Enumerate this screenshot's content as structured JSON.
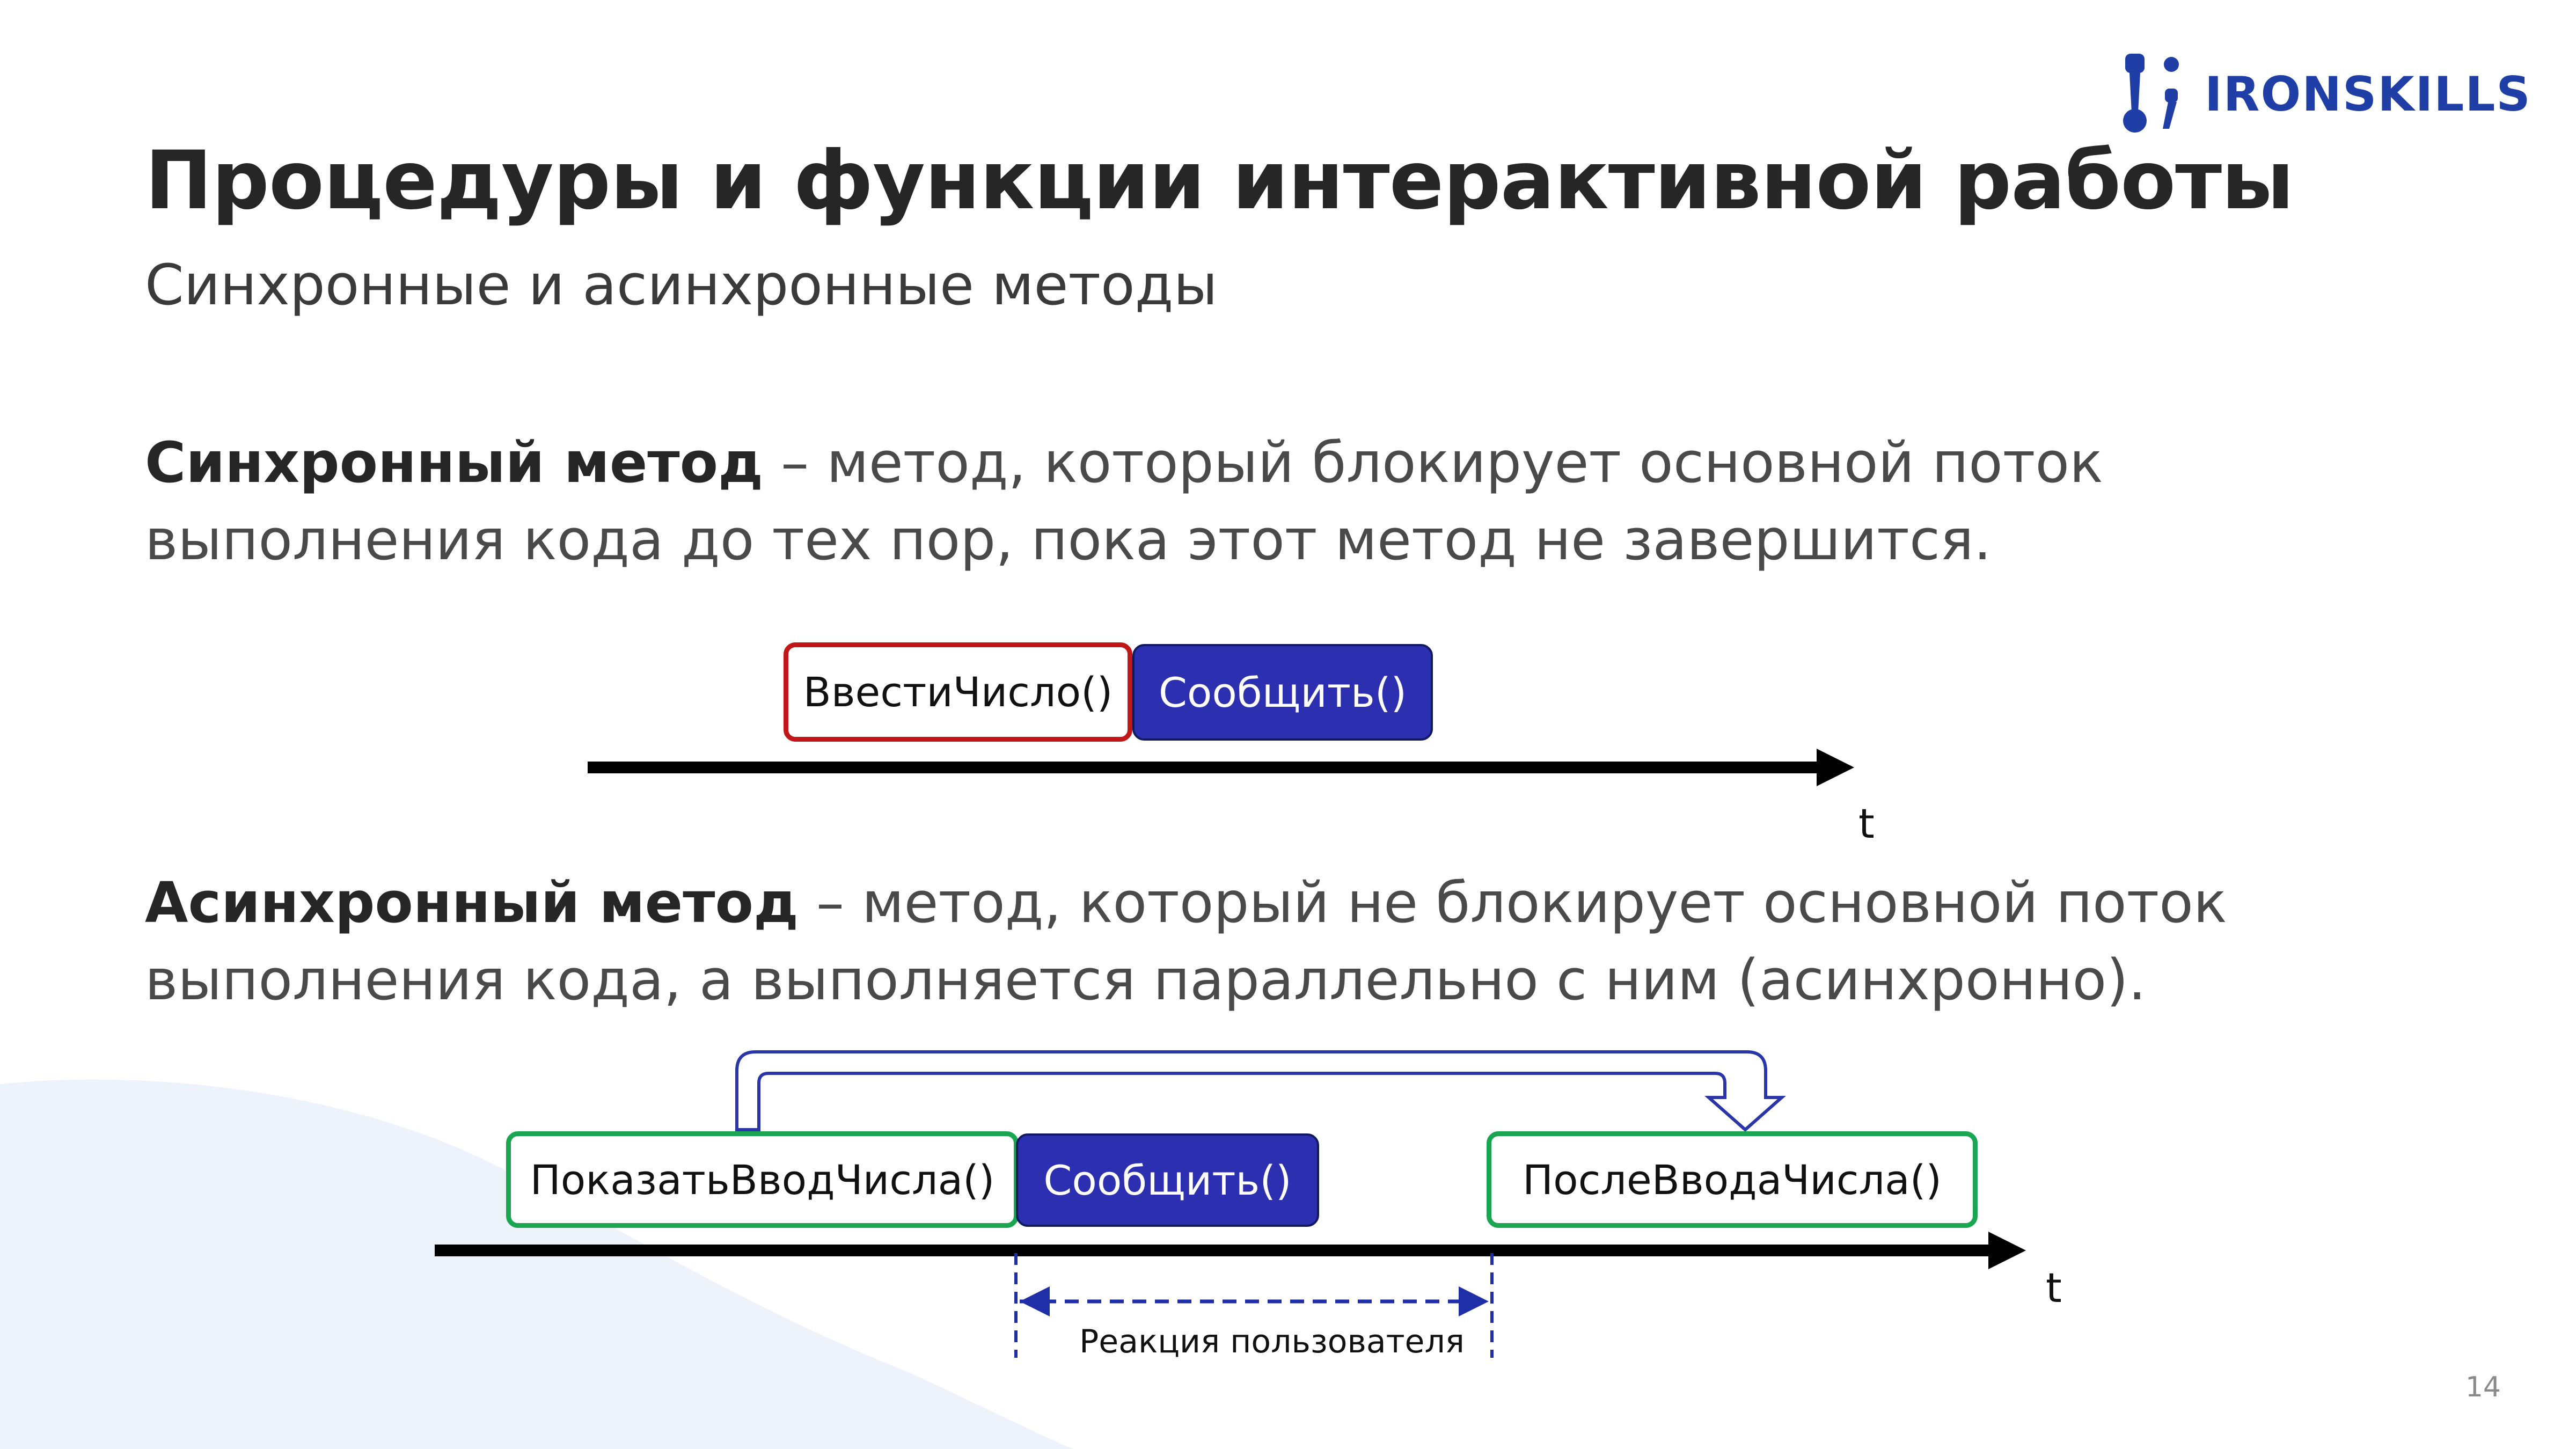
{
  "logo": {
    "text": "IRONSKILLS",
    "icon": "ironskills-logo-icon",
    "color": "#1f3fa6"
  },
  "header": {
    "title": "Процедуры и функции интерактивной работы",
    "subtitle": "Синхронные и асинхронные методы"
  },
  "sync": {
    "term": "Синхронный метод",
    "definition": " – метод, который блокирует основной поток выполнения кода до тех пор, пока этот метод не завершится.",
    "diagram": {
      "box_input": "ВвестиЧисло()",
      "box_message": "Сообщить()",
      "axis_label": "t"
    }
  },
  "async": {
    "term": "Асинхронный метод",
    "definition": " – метод, который не блокирует основной поток выполнения кода, а выполняется параллельно с ним (асинхронно).",
    "diagram": {
      "box_show": "ПоказатьВводЧисла()",
      "box_message": "Сообщить()",
      "box_after": "ПослеВводаЧисла()",
      "axis_label": "t",
      "reaction_label": "Реакция пользователя"
    }
  },
  "footer": {
    "page_number": "14"
  },
  "colors": {
    "red_border": "#c01818",
    "blue_fill": "#2b2fb0",
    "green_border": "#1aa650",
    "arrow_blue": "#1f2fa8",
    "background_blob": "#eef3fb"
  }
}
